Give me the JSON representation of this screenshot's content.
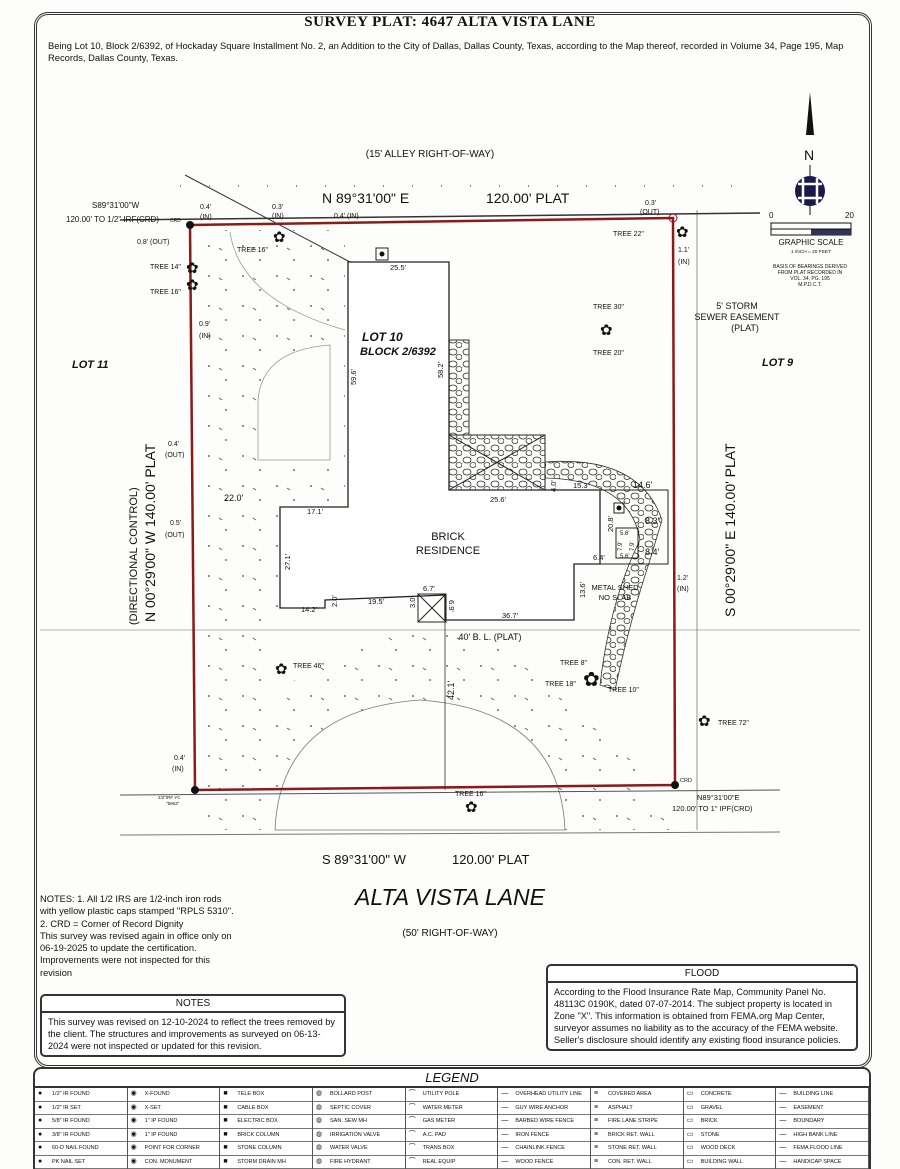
{
  "header": {
    "title": "SURVEY PLAT: 4647 ALTA VISTA LANE",
    "description": "Being Lot 10, Block 2/6392, of Hockaday Square Installment No. 2, an Addition to the City of Dallas, Dallas County, Texas, according to the Map thereof, recorded in Volume 34, Page 195, Map Records, Dallas County, Texas."
  },
  "plat": {
    "alley": "(15' ALLEY RIGHT-OF-WAY)",
    "north_bearing": "N 89°31'00\" E",
    "north_dist": "120.00' PLAT",
    "nw_ref_bearing": "S89°31'00\"W",
    "nw_ref_dist": "120.00' TO 1/2\" IRF(CRD)",
    "crd": "CRD",
    "off_04_in": "0.4'",
    "in": "(IN)",
    "out": "(OUT)",
    "off_03": "0.3'",
    "off_04b": "0.4' (IN)",
    "off_08": "0.8' (OUT)",
    "off_09": "0.9'",
    "off_04c": "0.4'",
    "off_05": "0.5'",
    "off_03ne": "0.3'",
    "off_11": "1.1'",
    "off_12": "1.2'",
    "off_04sw": "0.4'",
    "trees": [
      "TREE 16\"",
      "TREE 14\"",
      "TREE 16\"",
      "TREE 22\"",
      "TREE 30\"",
      "TREE 20\"",
      "TREE 46\"",
      "TREE 8\"",
      "TREE 18\"",
      "TREE 10\"",
      "TREE 72\"",
      "TREE 16\""
    ],
    "lot": "LOT 10",
    "block": "BLOCK 2/6392",
    "lot11": "LOT 11",
    "lot9": "LOT 9",
    "west_label1": "(DIRECTIONAL CONTROL)",
    "west_label2": "N 00°29'00\" W   140.00' PLAT",
    "east_label": "S 00°29'00\" E   140.00' PLAT",
    "easement": [
      "5' STORM",
      "SEWER EASEMENT",
      "(PLAT)"
    ],
    "residence": [
      "BRICK",
      "RESIDENCE"
    ],
    "shed": [
      "METAL SHED",
      "NO SLAB"
    ],
    "building_line": "40' B. L. (PLAT)",
    "dims": {
      "d255": "25.5'",
      "d596": "59.6'",
      "d582": "58.2'",
      "d256": "25.6'",
      "d40": "4.0'",
      "d153": "15.3'",
      "d146": "14.6'",
      "d208": "20.8'",
      "d83": "8.3'",
      "d84": "8.4'",
      "d56a": "5.6'",
      "d56b": "5.6'",
      "d79a": "7.9'",
      "d79b": "7.9'",
      "d64": "6.4'",
      "d136": "13.6'",
      "d367": "36.7'",
      "d67": "6.7'",
      "d30": "3.0'",
      "d69": "6.9'",
      "d195": "19.5'",
      "d20": "2.0'",
      "d142": "14.2'",
      "d271": "27.1'",
      "d171": "17.1'",
      "d220": "22.0'",
      "d421": "42.1'"
    },
    "south_bearing": "S 89°31'00\" W",
    "south_dist": "120.00' PLAT",
    "se_ref_bearing": "N89°31'00\"E",
    "se_ref_dist": "120.00' TO 1\" IPF(CRD)",
    "sw_irf": "1/2\"IRF YC",
    "sw_irf2": "\"5963\"",
    "scale_0": "0",
    "scale_20": "20",
    "scale_title": "GRAPHIC SCALE",
    "scale_sub": "1 INCH = 20 FEET",
    "basis": [
      "BASIS OF BEARINGS DERIVED",
      "FROM PLAT RECORDED IN",
      "VOL. 34, PG. 195",
      "M.P.D.C.T."
    ],
    "north": "N"
  },
  "street": {
    "name": "ALTA VISTA LANE",
    "row": "(50' RIGHT-OF-WAY)"
  },
  "notes_text": [
    "NOTES: 1. All 1/2 IRS are 1/2-inch iron rods with yellow plastic caps stamped \"RPLS 5310\".",
    "2. CRD = Corner of Record Dignity",
    "This survey was revised again in office only on 06-19-2025 to update the certification. Improvements were not inspected for this revision"
  ],
  "notes_box": {
    "title": "NOTES",
    "body": "This survey was revised on 12-10-2024 to reflect the trees removed by the client. The structures and improvements as surveyed on 06-13-2024 were not inspected or updated for this revision."
  },
  "flood_box": {
    "title": "FLOOD",
    "body": "According to the Flood Insurance Rate Map, Community Panel No. 48113C 0190K, dated 07-07-2014. The subject property is located in Zone \"X\". This information is obtained from FEMA.org Map Center, surveyor assumes no liability as to the accuracy of the FEMA website. Seller's disclosure should identify any existing flood insurance policies."
  },
  "legend": {
    "title": "LEGEND",
    "columns": [
      [
        "1/2\" IR FOUND",
        "1/2\" IR SET",
        "5/8\" IR FOUND",
        "3/8\" IR FOUND",
        "60-D NAIL FOUND",
        "PK NAIL SET"
      ],
      [
        "X-FOUND",
        "X-SET",
        "1\" IP FOUND",
        "1\" IP FOUND",
        "POINT FOR CORNER",
        "CON. MONUMENT"
      ],
      [
        "TELE BOX",
        "CABLE BOX",
        "ELECTRIC BOX",
        "BRICK COLUMN",
        "STONE COLUMN",
        "STORM DRAIN MH"
      ],
      [
        "BOLLARD POST",
        "SEPTIC COVER",
        "SAN. SEW MH",
        "IRRIGATION VALVE",
        "WATER VALVE",
        "FIRE HYDRANT"
      ],
      [
        "UTILITY POLE",
        "WATER METER",
        "GAS METER",
        "A.C. PAD",
        "TRANS BOX",
        "REAL EQUIP"
      ],
      [
        "OVERHEAD UTILITY LINE",
        "GUY WIRE ANCHOR",
        "BARBED WIRE FENCE",
        "IRON FENCE",
        "CHAINLINK FENCE",
        "WOOD FENCE"
      ],
      [
        "COVERED AREA",
        "ASPHALT",
        "FIRE LANE STRIPE",
        "BRICK RET. WALL",
        "STONE RET. WALL",
        "CON. RET. WALL"
      ],
      [
        "CONCRETE",
        "GRAVEL",
        "BRICK",
        "STONE",
        "WOOD DECK",
        "BUILDING WALL"
      ],
      [
        "BUILDING LINE",
        "EASEMENT",
        "BOUNDARY",
        "HIGH BANK LINE",
        "FEMA FLOOD LINE",
        "HANDICAP SPACE"
      ]
    ]
  },
  "colors": {
    "boundary": "#8b1a1a",
    "line": "#222222"
  }
}
